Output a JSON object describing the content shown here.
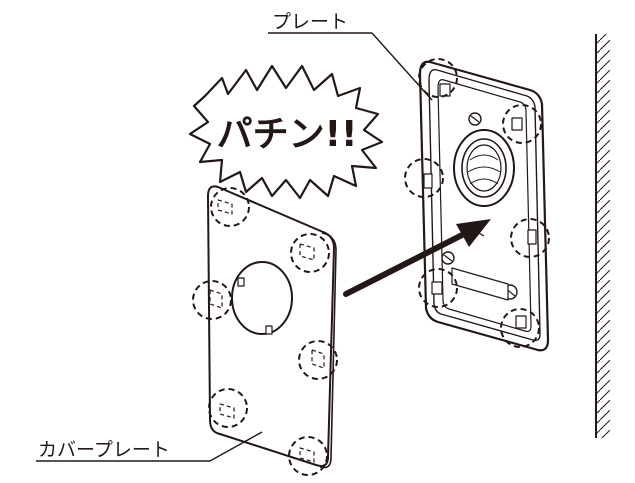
{
  "labels": {
    "plate": "プレート",
    "cover_plate": "カバープレート",
    "sound_effect": "パチン!!"
  },
  "colors": {
    "line": "#231815",
    "background": "#ffffff",
    "callout_circle": "#231815"
  }
}
